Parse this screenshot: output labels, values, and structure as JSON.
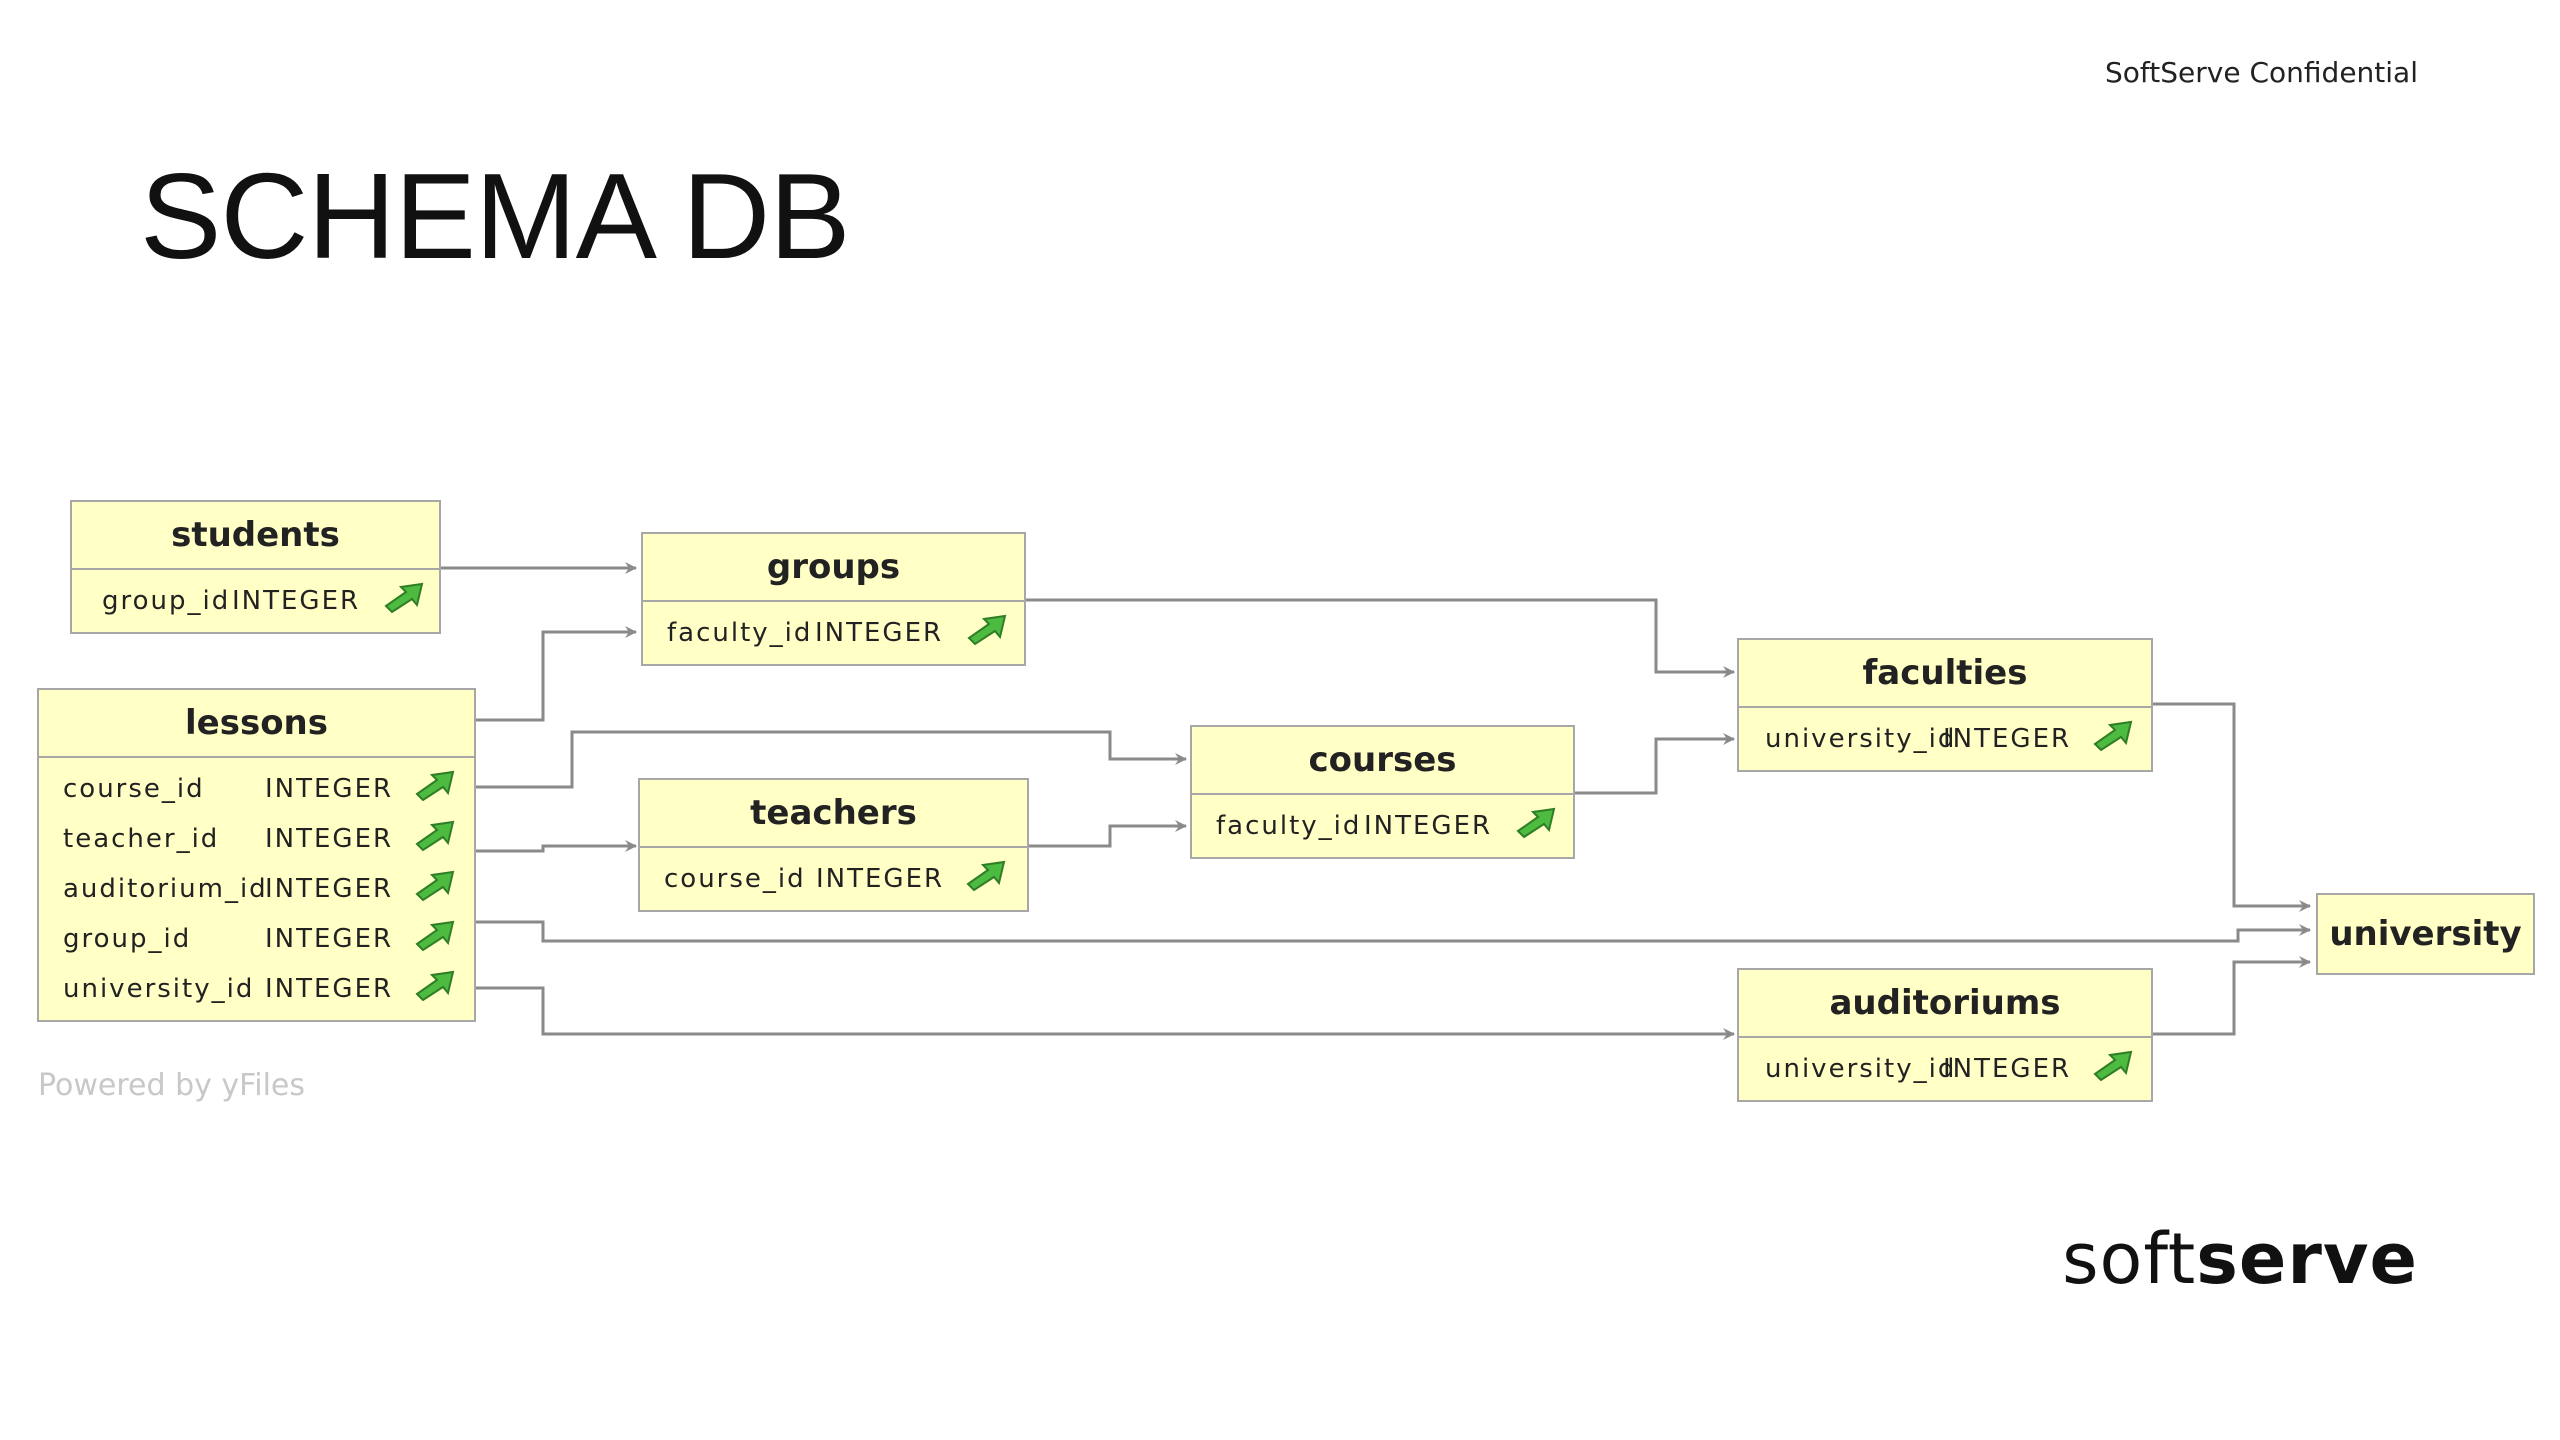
{
  "header": {
    "confidential": "SoftServe Confidential"
  },
  "slide": {
    "title": "SCHEMA DB"
  },
  "footer": {
    "powered_by": "Powered by yFiles",
    "logo_light": "soft",
    "logo_bold": "serve"
  },
  "colors": {
    "table_fill": "#ffffc6",
    "table_border": "#a7a7a7",
    "edge": "#8a8a8a",
    "key_icon": "#3aa83a"
  },
  "tables": {
    "students": {
      "name": "students",
      "fields": [
        {
          "name": "group_id",
          "type": "INTEGER",
          "icon": "foreign-key-arrow-icon"
        }
      ]
    },
    "groups": {
      "name": "groups",
      "fields": [
        {
          "name": "faculty_id",
          "type": "INTEGER",
          "icon": "foreign-key-arrow-icon"
        }
      ]
    },
    "lessons": {
      "name": "lessons",
      "fields": [
        {
          "name": "course_id",
          "type": "INTEGER",
          "icon": "foreign-key-arrow-icon"
        },
        {
          "name": "teacher_id",
          "type": "INTEGER",
          "icon": "foreign-key-arrow-icon"
        },
        {
          "name": "auditorium_id",
          "type": "INTEGER",
          "icon": "foreign-key-arrow-icon"
        },
        {
          "name": "group_id",
          "type": "INTEGER",
          "icon": "foreign-key-arrow-icon"
        },
        {
          "name": "university_id",
          "type": "INTEGER",
          "icon": "foreign-key-arrow-icon"
        }
      ]
    },
    "teachers": {
      "name": "teachers",
      "fields": [
        {
          "name": "course_id",
          "type": "INTEGER",
          "icon": "foreign-key-arrow-icon"
        }
      ]
    },
    "courses": {
      "name": "courses",
      "fields": [
        {
          "name": "faculty_id",
          "type": "INTEGER",
          "icon": "foreign-key-arrow-icon"
        }
      ]
    },
    "faculties": {
      "name": "faculties",
      "fields": [
        {
          "name": "university_id",
          "type": "INTEGER",
          "icon": "foreign-key-arrow-icon"
        }
      ]
    },
    "auditoriums": {
      "name": "auditoriums",
      "fields": [
        {
          "name": "university_id",
          "type": "INTEGER",
          "icon": "foreign-key-arrow-icon"
        }
      ]
    },
    "university": {
      "name": "university",
      "fields": []
    }
  }
}
